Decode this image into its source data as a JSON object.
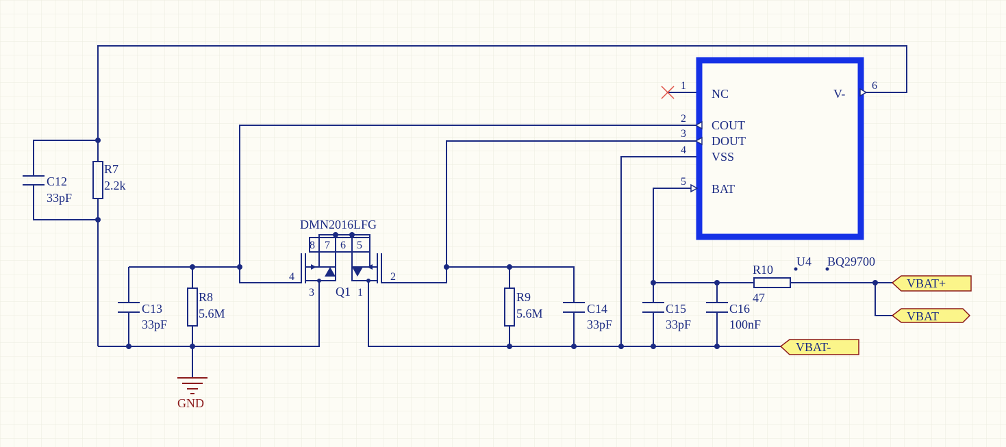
{
  "components": {
    "c12": {
      "ref": "C12",
      "value": "33pF"
    },
    "r7": {
      "ref": "R7",
      "value": "2.2k"
    },
    "c13": {
      "ref": "C13",
      "value": "33pF"
    },
    "r8": {
      "ref": "R8",
      "value": "5.6M"
    },
    "r9": {
      "ref": "R9",
      "value": "5.6M"
    },
    "c14": {
      "ref": "C14",
      "value": "33pF"
    },
    "c15": {
      "ref": "C15",
      "value": "33pF"
    },
    "c16": {
      "ref": "C16",
      "value": "100nF"
    },
    "r10": {
      "ref": "R10",
      "value": "47"
    },
    "q1": {
      "ref": "Q1",
      "part": "DMN2016LFG",
      "pins": [
        "8",
        "7",
        "6",
        "5",
        "4",
        "3",
        "1",
        "2"
      ]
    },
    "u4": {
      "ref": "U4",
      "part": "BQ29700"
    }
  },
  "ic": {
    "pin_numbers": [
      "1",
      "2",
      "3",
      "4",
      "5",
      "6"
    ],
    "pin_names": [
      "NC",
      "COUT",
      "DOUT",
      "VSS",
      "BAT",
      "V-"
    ]
  },
  "ports": {
    "vbat_plus": "VBAT+",
    "vbat": "VBAT",
    "vbat_minus": "VBAT-"
  },
  "power": {
    "gnd": "GND"
  },
  "colors": {
    "background": "#fdfcf5",
    "grid": "#ececdf",
    "wire": "#1b2a82",
    "ic_outline": "#1531e6",
    "port_fill": "#fbf58a",
    "gnd_text": "#8b1a1a",
    "no_connect": "#e0554a"
  }
}
